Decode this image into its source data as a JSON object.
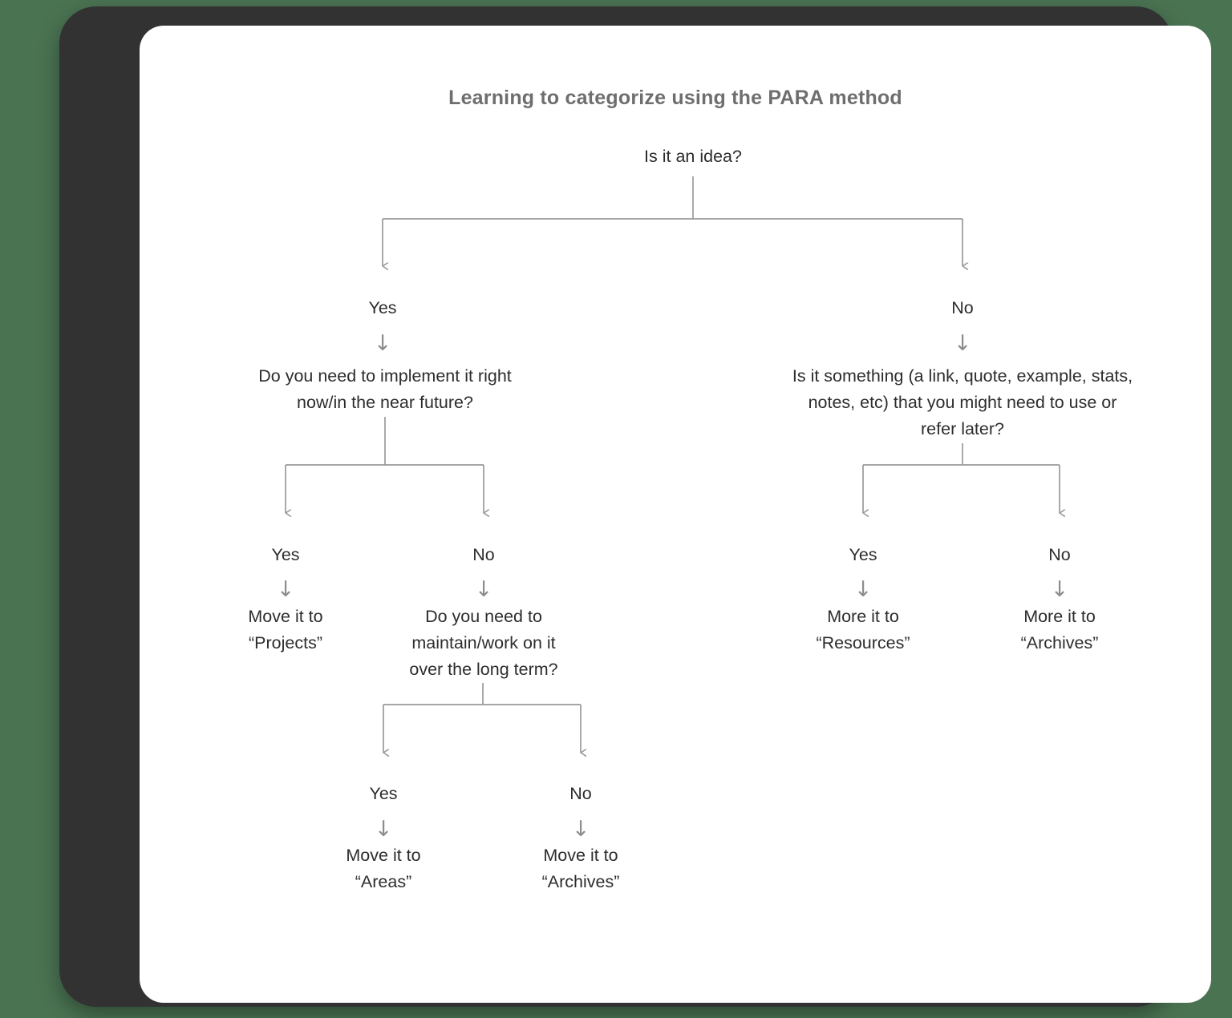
{
  "background_color": "#4a7352",
  "frame_color": "#323232",
  "screen_color": "#ffffff",
  "line_color": "#9a9a9a",
  "title_color": "#6e6e6e",
  "text_color": "#2d2d2d",
  "chart": {
    "title": "Learning to categorize using the PARA method",
    "type": "flowchart",
    "arrow_glyph": "↓"
  },
  "chart_data": {
    "type": "flowchart",
    "title": "Learning to categorize using the PARA method",
    "orientation": "top-down",
    "nodes": [
      {
        "id": "root",
        "label": "Is it an idea?",
        "kind": "question"
      },
      {
        "id": "q_implement",
        "label": "Do you need to implement it right\nnow/in the near future?",
        "kind": "question"
      },
      {
        "id": "q_refer",
        "label": "Is it something (a link, quote, example, stats,\nnotes, etc) that you might need to use or\nrefer later?",
        "kind": "question"
      },
      {
        "id": "projects",
        "label": "Move it to\n“Projects”",
        "kind": "outcome"
      },
      {
        "id": "q_maintain",
        "label": "Do you need to\nmaintain/work on it\nover the long term?",
        "kind": "question"
      },
      {
        "id": "resources",
        "label": "More it to\n“Resources”",
        "kind": "outcome"
      },
      {
        "id": "archives_r",
        "label": "More it to\n“Archives”",
        "kind": "outcome"
      },
      {
        "id": "areas",
        "label": "Move it to\n“Areas”",
        "kind": "outcome"
      },
      {
        "id": "archives_b",
        "label": "Move it to\n“Archives”",
        "kind": "outcome"
      }
    ],
    "edges": [
      {
        "from": "root",
        "to": "q_implement",
        "label": "Yes"
      },
      {
        "from": "root",
        "to": "q_refer",
        "label": "No"
      },
      {
        "from": "q_implement",
        "to": "projects",
        "label": "Yes"
      },
      {
        "from": "q_implement",
        "to": "q_maintain",
        "label": "No"
      },
      {
        "from": "q_refer",
        "to": "resources",
        "label": "Yes"
      },
      {
        "from": "q_refer",
        "to": "archives_r",
        "label": "No"
      },
      {
        "from": "q_maintain",
        "to": "areas",
        "label": "Yes"
      },
      {
        "from": "q_maintain",
        "to": "archives_b",
        "label": "No"
      }
    ]
  },
  "labels": {
    "root": "Is it an idea?",
    "yes_root": "Yes",
    "no_root": "No",
    "q_implement": "Do you need to implement it right\nnow/in the near future?",
    "q_refer": "Is it something (a link, quote, example, stats,\nnotes, etc) that you might need to use or\nrefer later?",
    "yes_implement": "Yes",
    "no_implement": "No",
    "yes_refer": "Yes",
    "no_refer": "No",
    "projects": "Move it to\n“Projects”",
    "q_maintain": "Do you need to\nmaintain/work on it\nover the long term?",
    "resources": "More it to\n“Resources”",
    "archives_right": "More it to\n“Archives”",
    "yes_maintain": "Yes",
    "no_maintain": "No",
    "areas": "Move it to\n“Areas”",
    "archives_bottom": "Move it to\n“Archives”"
  },
  "arrows": {
    "a1": "↓",
    "a2": "↓",
    "a3": "↓",
    "a4": "↓",
    "a5": "↓",
    "a6": "↓",
    "a7": "↓",
    "a8": "↓",
    "a9": "↓",
    "a10": "↓"
  }
}
